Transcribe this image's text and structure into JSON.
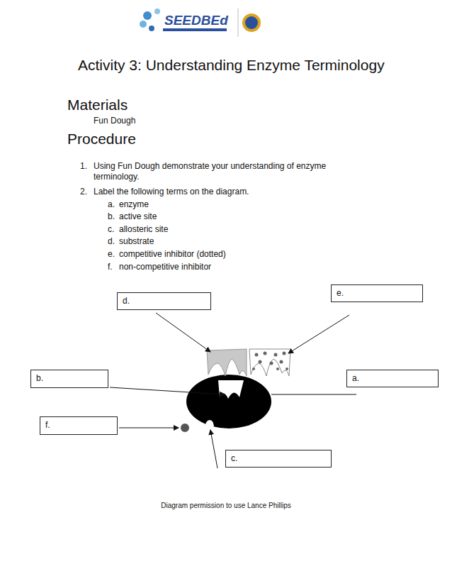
{
  "diagram": {
    "title": "Activity 3: Understanding Enzyme Terminology",
    "nodes": [
      {
        "text": [
          "d."
        ]
      },
      {
        "text": [
          "e."
        ]
      },
      {
        "text": [
          "b."
        ]
      },
      {
        "text": [
          "a."
        ]
      },
      {
        "text": [
          "f."
        ]
      },
      {
        "text": [
          "c."
        ]
      }
    ],
    "labels": [
      "SEEDBEd",
      "Materials",
      "Fun Dough",
      "Procedure",
      "1.",
      "Using Fun Dough demonstrate your understanding of enzyme terminology.",
      "2.",
      "Label the following terms on the diagram.",
      "a.",
      "enzyme",
      "b.",
      "active site",
      "c.",
      "allosteric site",
      "d.",
      "substrate",
      "e.",
      "competitive inhibitor (dotted)",
      "f.",
      "non-competitive inhibitor",
      "Diagram permission to use Lance Phillips"
    ]
  }
}
